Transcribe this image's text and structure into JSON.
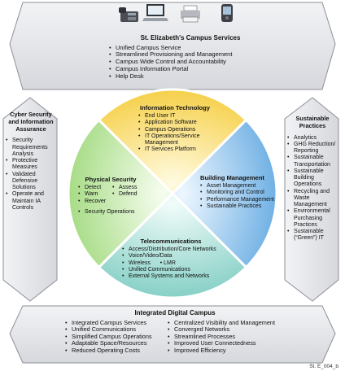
{
  "devices": [
    "phone-icon",
    "laptop-icon",
    "printer-icon",
    "handheld-icon"
  ],
  "colors": {
    "panel_fill": "#e2e3e7",
    "panel_stroke": "#8c8f96",
    "info_tech": "#f9da5c",
    "building_mgmt": "#8fc3ec",
    "telecom": "#a4ddd5",
    "physical_security": "#bfe7a3"
  },
  "top": {
    "title": "St. Elizabeth's Campus Services",
    "items": [
      "Unified Campus Service",
      "Streamlined Provisioning and Management",
      "Campus Wide Control and Accountability",
      "Campus Information Portal",
      "Help Desk"
    ]
  },
  "left": {
    "title": "Cyber Security and Information Assurance",
    "items": [
      "Security Requirements Analysis",
      "Protective Measures",
      "Validated Defensive Solutions",
      "Operate and Maintain IA Controls"
    ]
  },
  "right": {
    "title": "Sustainable Practices",
    "items": [
      "Analytics",
      "GHG Reduction/ Reporting",
      "Sustainable Transportation",
      "Sustainable Building Operations",
      "Recycling and Waste Management",
      "Environmental Purchasing Practices",
      "Sustainable (“Green”) IT"
    ]
  },
  "bottom": {
    "title": "Integrated Digital Campus",
    "items_left": [
      "Integrated Campus Services",
      "Unified Communications",
      "Simplified Campus Operations",
      "Adaptable Space/Resources",
      "Reduced Operating Costs"
    ],
    "items_right": [
      "Centralized Visibility and Management",
      "Converged Networks",
      "Streamlined Processes",
      "Improved User Connectedness",
      "Improved Efficiency"
    ]
  },
  "info_tech": {
    "title": "Information Technology",
    "items": [
      "End User IT",
      "Application Software",
      "Campus Operations",
      "IT Operations/Service Management",
      "IT Services Platform"
    ]
  },
  "building": {
    "title": "Building Management",
    "items": [
      "Asset Management",
      "Monitoring and Control",
      "Performance Management",
      "Sustainable Practices"
    ]
  },
  "telecom": {
    "title": "Telecommunications",
    "items": [
      "Access/Distribution/Core Networks",
      "Voice/Video/Data",
      "Wireless",
      "LMR",
      "Unified Communications",
      "External Systems and Networks"
    ]
  },
  "physical": {
    "title": "Physical Security",
    "items_left": [
      "Detect",
      "Warn",
      "Recover",
      "Security Operations"
    ],
    "items_right": [
      "Assess",
      "Defend"
    ]
  },
  "stamp": "St. E_004_b"
}
